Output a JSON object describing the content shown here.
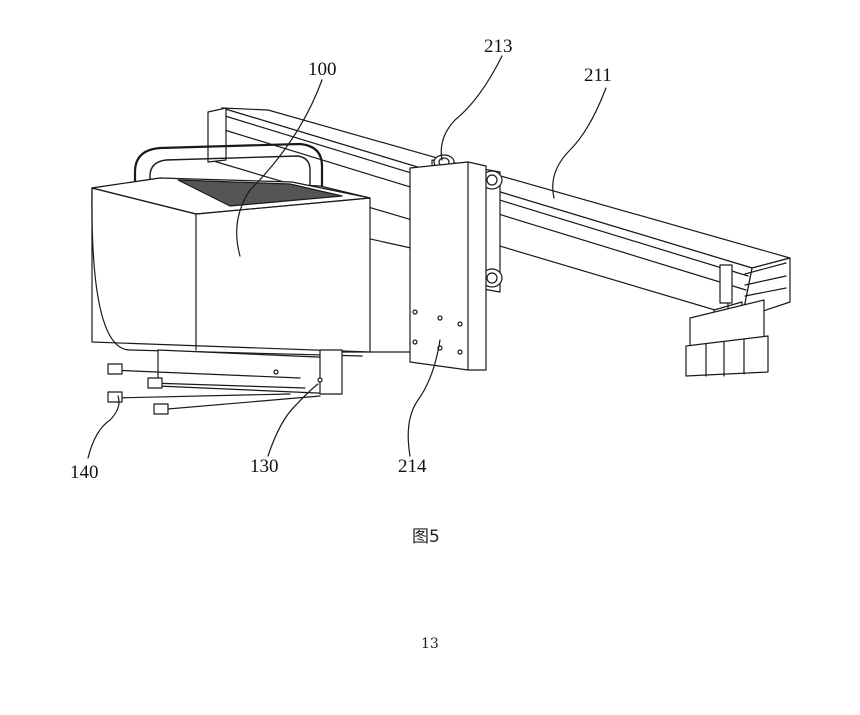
{
  "figure": {
    "reference_numerals": {
      "n100": "100",
      "n213": "213",
      "n211": "211",
      "n140": "140",
      "n130": "130",
      "n214": "214"
    },
    "caption": "图5"
  },
  "page": {
    "number": "13"
  },
  "colors": {
    "line": "#1a1a1a",
    "fill": "#ffffff"
  }
}
